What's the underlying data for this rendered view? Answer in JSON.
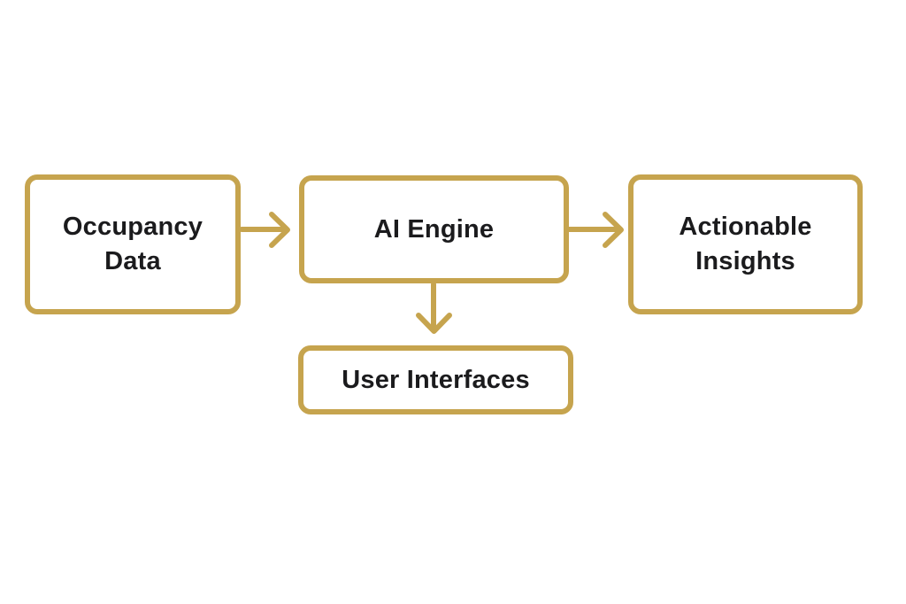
{
  "diagram": {
    "type": "flowchart",
    "background_color": "#ffffff",
    "accent_color": "#C6A44E",
    "text_color": "#1b1b1d",
    "nodes": [
      {
        "id": "occupancy-data",
        "label": "Occupancy Data"
      },
      {
        "id": "ai-engine",
        "label": "AI Engine"
      },
      {
        "id": "actionable-insights",
        "label": "Actionable Insights"
      },
      {
        "id": "user-interfaces",
        "label": "User Interfaces"
      }
    ],
    "edges": [
      {
        "from": "occupancy-data",
        "to": "ai-engine",
        "direction": "right"
      },
      {
        "from": "ai-engine",
        "to": "actionable-insights",
        "direction": "right"
      },
      {
        "from": "ai-engine",
        "to": "user-interfaces",
        "direction": "down"
      }
    ]
  }
}
